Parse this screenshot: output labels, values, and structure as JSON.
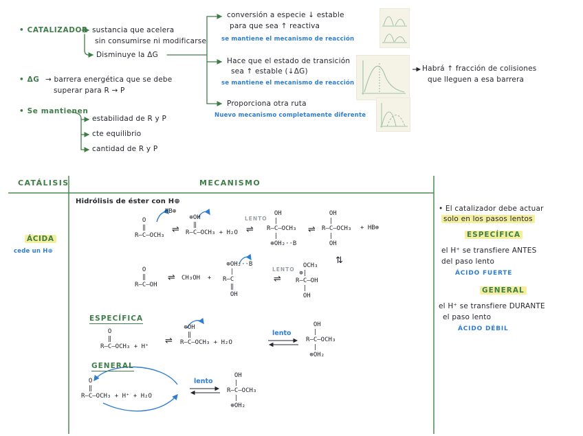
{
  "top": {
    "catalizador": {
      "label": "• CATALIZADOR",
      "def1": "sustancia que acelera",
      "def2": "sin consumirse ni modificarse",
      "sub": "Disminuye la ΔG"
    },
    "delta_g": {
      "label": "• ΔG",
      "text1": "→ barrera energética que se debe",
      "text2": "superar para R → P"
    },
    "se_mantienen": {
      "label": "• Se mantienen",
      "items": [
        "estabilidad de R y P",
        "cte equilibrio",
        "cantidad de R y P"
      ]
    },
    "branches": [
      {
        "line1": "conversión a especie ↓ estable",
        "line2": "para que sea ↑ reactiva",
        "note": "se mantiene el mecanismo de reacción"
      },
      {
        "line1": "Hace que el estado de transición",
        "line2": "sea ↑ estable (↓ΔG)",
        "note": "se mantiene el mecanismo de reacción"
      },
      {
        "line1": "Proporciona otra ruta",
        "note": "Nuevo mecanismo completamente diferente"
      }
    ],
    "collisions": {
      "line1": "Habrá ↑ fracción de colisiones",
      "line2": "que lleguen a esa barrera"
    }
  },
  "table": {
    "headers": {
      "catalisis": "CATÁLISIS",
      "mecanismo": "MECANISMO"
    },
    "subtitle": "Hidrólisis de éster con H⊕",
    "acida": {
      "label": "ÁCIDA",
      "note": "cede un H⊕"
    },
    "row1": {
      "hb": "HB⊕",
      "s1": "  O\n  ‖\nR–C–OCH₃",
      "eq": "⇌",
      "s2": " ⊕OH\n  ‖\nR–C–OCH₃ + H₂O",
      "lento": "LENTO",
      "s3": "  OH\n  |\nR–C–OCH₃\n  |\n ⊕OH₂··B",
      "s4": "  OH\n  |\nR–C–OCH₃\n  |\n  OH",
      "plus_hb": "+ HB⊕"
    },
    "row2": {
      "s1": "  O\n  ‖\nR–C–OH",
      "eq": "⇌",
      "ch3oh": "CH₃OH  +",
      "s2": " ⊕OH₂··B\n  |\nR–C\n  ‖\n  OH",
      "lento": "LENTO",
      "s3": "  OCH₃\n ⊕|\nR–C–OH\n  |\n  OH",
      "updown": "⇅"
    },
    "especifica": {
      "label": "ESPECÍFICA",
      "s1": "  O\n  ‖\nR–C–OCH₃ + H⁺",
      "eq": "⇌",
      "s2": " ⊕OH\n  ‖\nR–C–OCH₃ + H₂O",
      "lento": "lento",
      "s3": "  OH\n  |\nR–C–OCH₃\n  |\n ⊕OH₂"
    },
    "general": {
      "label": "GENERAL",
      "s1": "  O\n  ‖\nR–C–OCH₃ + H⁺ + H₂O",
      "lento": "lento",
      "s2": "  OH\n  |\nR–C–OCH₃\n  |\n ⊕OH₂"
    }
  },
  "sidebar": {
    "line1": "• El catalizador debe actuar",
    "line2": "solo en los pasos lentos",
    "especifica": {
      "label": "ESPECÍFICA",
      "line1": "el H⁺ se transfiere ANTES",
      "line2": "del paso lento",
      "note": "ÁCIDO FUERTE"
    },
    "general": {
      "label": "GENERAL",
      "line1": "el H⁺ se transfiere DURANTE",
      "line2": "el paso lento",
      "note": "ÁCIDO DÉBIL"
    }
  },
  "colors": {
    "green": "#3f7d48",
    "blue": "#2e7dd1",
    "highlight": "#f3ef9e"
  }
}
